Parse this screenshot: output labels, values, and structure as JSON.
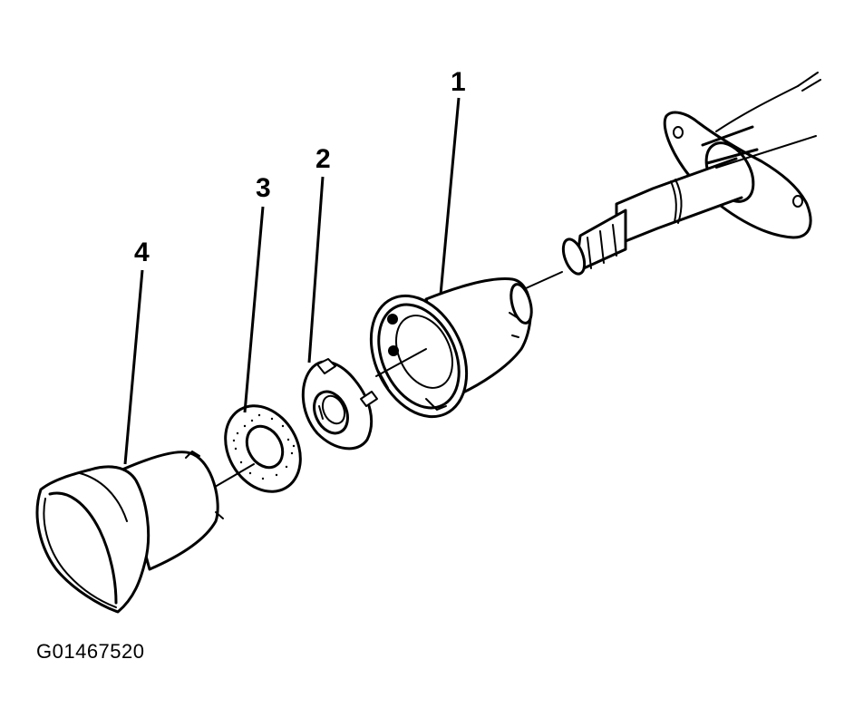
{
  "figure_id": "G01467520",
  "callouts": [
    {
      "label": "1",
      "part": "lock-cylinder-housing"
    },
    {
      "label": "2",
      "part": "retaining-plate"
    },
    {
      "label": "3",
      "part": "washer"
    },
    {
      "label": "4",
      "part": "cap"
    }
  ],
  "colors": {
    "line": "#000000",
    "background": "#ffffff"
  }
}
